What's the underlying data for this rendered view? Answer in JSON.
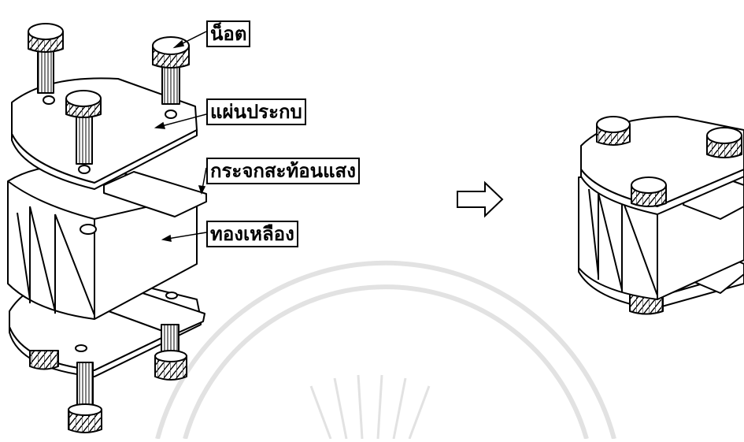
{
  "figure": {
    "labels": {
      "screw": "น็อต",
      "clamp_plate": "แผ่นประกบ",
      "mirror": "กระจกสะท้อนแสง",
      "brass": "ทองเหลือง"
    },
    "arrow": "right-arrow-icon",
    "watermark": "university-seal-watermark"
  }
}
